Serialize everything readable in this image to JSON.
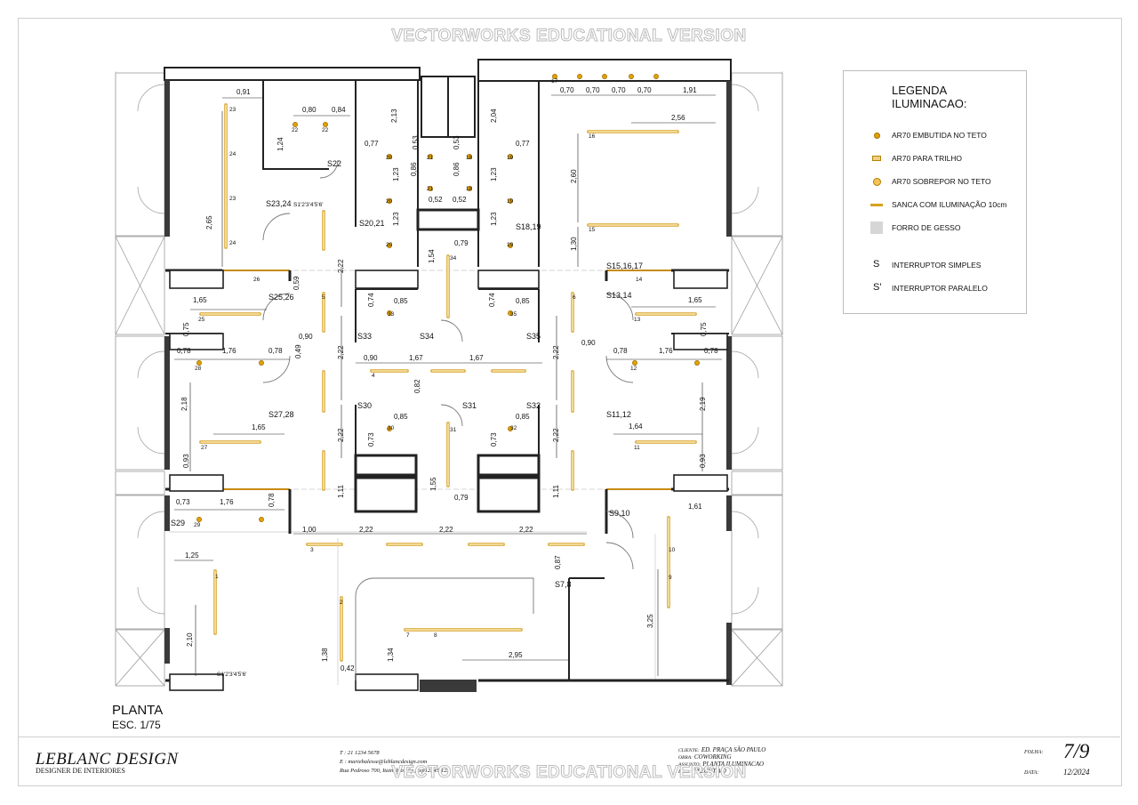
{
  "watermark": "VECTORWORKS EDUCATIONAL VERSION",
  "legend": {
    "title_line1": "LEGENDA",
    "title_line2": "ILUMINACAO:",
    "items": [
      {
        "icon": "recessed-light-icon",
        "label": "AR70 EMBUTIDA NO TETO"
      },
      {
        "icon": "track-light-icon",
        "label": "AR70 PARA TRILHO"
      },
      {
        "icon": "surface-light-icon",
        "label": "AR70 SOBREPOR NO TETO"
      },
      {
        "icon": "cove-light-icon",
        "label": "SANCA COM ILUMINAÇÃO 10cm"
      },
      {
        "icon": "plaster-ceiling-icon",
        "label": "FORRO DE GESSO"
      },
      {
        "icon": "switch-icon",
        "symbol": "S",
        "label": "INTERRUPTOR SIMPLES"
      },
      {
        "icon": "parallel-switch-icon",
        "symbol": "S'",
        "label": "INTERRUPTOR PARALELO"
      }
    ]
  },
  "plan": {
    "title": "PLANTA",
    "scale": "ESC. 1/75",
    "dimensions": [
      "0,91",
      "0,80",
      "0,84",
      "2,13",
      "2,04",
      "0,70",
      "0,70",
      "0,70",
      "0,70",
      "1,91",
      "2,56",
      "1,24",
      "0,77",
      "0,53",
      "0,53",
      "0,77",
      "0,86",
      "0,86",
      "1,23",
      "1,23",
      "1,23",
      "1,23",
      "2,65",
      "2,60",
      "0,52",
      "0,52",
      "1,30",
      "0,79",
      "1,54",
      "2,22",
      "0,59",
      "1,65",
      "0,74",
      "0,85",
      "0,74",
      "0,85",
      "1,65",
      "0,75",
      "0,75",
      "0,90",
      "0,90",
      "0,78",
      "1,76",
      "0,78",
      "0,49",
      "2,22",
      "0,90",
      "1,67",
      "1,67",
      "2,22",
      "0,78",
      "1,76",
      "0,78",
      "0,82",
      "2,18",
      "2,19",
      "1,65",
      "0,85",
      "0,85",
      "1,64",
      "2,22",
      "0,73",
      "0,73",
      "2,22",
      "0,93",
      "0,93",
      "1,11",
      "1,55",
      "1,11",
      "0,79",
      "0,73",
      "1,76",
      "0,78",
      "1,61",
      "1,00",
      "2,22",
      "2,22",
      "2,22",
      "1,25",
      "0,87",
      "3,25",
      "2,10",
      "1,38",
      "1,34",
      "2,95",
      "0,42"
    ],
    "switches": [
      "S22",
      "S23,24",
      "S1'2'3'4'5'6'",
      "S20,21",
      "S18,19",
      "S15,16,17",
      "S25,26",
      "S13,14",
      "S33",
      "S34",
      "S35",
      "S27,28",
      "S30",
      "S31",
      "S32",
      "S11,12",
      "S29",
      "S9,10",
      "S7,8",
      "S1'2'3'4'5'6'"
    ],
    "circuits": [
      "23",
      "24",
      "23",
      "24",
      "22",
      "22",
      "20",
      "21",
      "20",
      "21",
      "20",
      "18",
      "19",
      "18",
      "19",
      "19",
      "17",
      "16",
      "15",
      "26",
      "14",
      "25",
      "13",
      "34",
      "33",
      "35",
      "28",
      "12",
      "4",
      "5",
      "6",
      "30",
      "31",
      "32",
      "27",
      "11",
      "29",
      "3",
      "10",
      "9",
      "1",
      "2",
      "7",
      "8"
    ]
  },
  "title_block": {
    "brand": "LEBLANC DESIGN",
    "brand_sub": "DESIGNER DE INTERIORES",
    "phone": "T : 21 1234 5678",
    "email": "E : mariebalesse@leblancdesign.com",
    "address": "Rua Pedroso 700, Itaim bibi, Sp, cep12345-123",
    "cliente_label": "CLIENTE:",
    "cliente": "ED. PRAÇA SÃO PAULO",
    "obra_label": "OBRA:",
    "obra": "COWORKING",
    "assunto_label": "ASSUNTO:",
    "assunto": "PLANTA ILUMINACAO",
    "fase_label": "FASE:",
    "fase": "EXECUTIVO",
    "folha_label": "FOLHA:",
    "folha": "7/9",
    "data_label": "DATA:",
    "data": "12/2024"
  }
}
